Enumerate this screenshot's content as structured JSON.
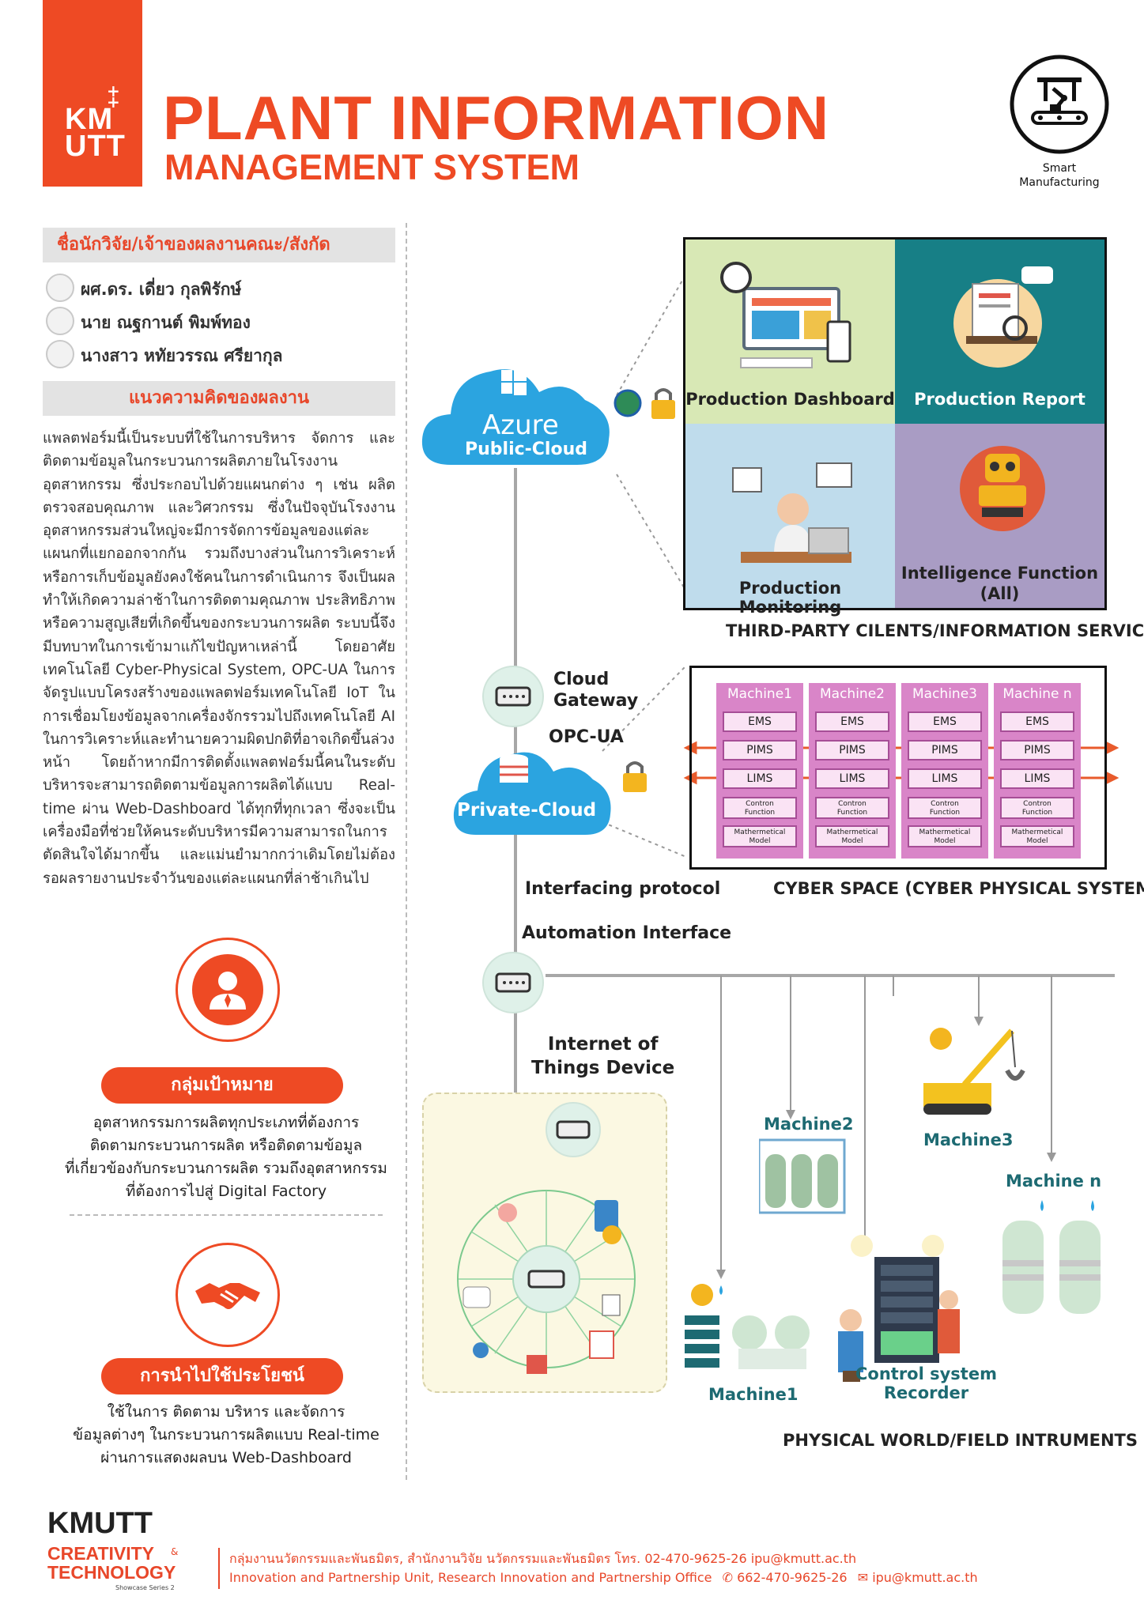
{
  "header": {
    "logo_text_top": "KM",
    "logo_text_bottom": "UTT",
    "title_line1": "PLANT INFORMATION",
    "title_line2": "MANAGEMENT SYSTEM",
    "category_icon": "smart-manufacturing-icon",
    "category_line1": "Smart",
    "category_line2": "Manufacturing"
  },
  "researchers": {
    "heading": "ชื่อนักวิจัย/เจ้าของผลงานคณะ/สังกัด",
    "people": [
      "ผศ.ดร. เดี่ยว กุลพิรักษ์",
      "นาย ณฐกานต์ พิมพ์ทอง",
      "นางสาว หทัยวรรณ ศรียากุล"
    ]
  },
  "concept": {
    "heading": "แนวความคิดของผลงาน",
    "body": "แพลตฟอร์มนี้เป็นระบบที่ใช้ในการบริหาร จัดการ และติดตามข้อมูลในกระบวนการผลิตภายในโรงงานอุตสาหกรรม ซึ่งประกอบไปด้วยแผนกต่าง ๆ เช่น ผลิต ตรวจสอบคุณภาพ และวิศวกรรม ซึ่งในปัจจุบันโรงงานอุตสาหกรรมส่วนใหญ่จะมีการจัดการข้อมูลของแต่ละแผนกที่แยกออกจากกัน รวมถึงบางส่วนในการวิเคราะห์ หรือการเก็บข้อมูลยังคงใช้คนในการดำเนินการ จึงเป็นผลทำให้เกิดความล่าช้าในการติดตามคุณภาพ ประสิทธิภาพ หรือความสูญเสียที่เกิดขึ้นของกระบวนการผลิต ระบบนี้จึงมีบทบาทในการเข้ามาแก้ไขปัญหาเหล่านี้ โดยอาศัยเทคโนโลยี Cyber-Physical System, OPC-UA ในการจัดรูปแบบโครงสร้างของแพลตฟอร์มเทคโนโลยี IoT ในการเชื่อมโยงข้อมูลจากเครื่องจักรรวมไปถึงเทคโนโลยี AI ในการวิเคราะห์และทำนายความผิดปกติที่อาจเกิดขึ้นล่วงหน้า โดยถ้าหากมีการติดตั้งแพลตฟอร์มนี้คนในระดับบริหารจะสามารถติดตามข้อมูลการผลิตได้แบบ Real-time ผ่าน Web-Dashboard ได้ทุกที่ทุกเวลา ซึ่งจะเป็นเครื่องมือที่ช่วยให้คนระดับบริหารมีความสามารถในการตัดสินใจได้มากขึ้น และแม่นยำมากกว่าเดิมโดยไม่ต้องรอผลรายงานประจำวันของแต่ละแผนกที่ล่าช้าเกินไป"
  },
  "target": {
    "icon": "user-target-icon",
    "heading": "กลุ่มเป้าหมาย",
    "lines": [
      "อุตสาหกรรมการผลิตทุกประเภทที่ต้องการ",
      "ติดตามกระบวนการผลิต หรือติดตามข้อมูล",
      "ที่เกี่ยวข้องกับกระบวนการผลิต รวมถึงอุตสาหกรรม",
      "ที่ต้องการไปสู่ Digital Factory"
    ]
  },
  "benefit": {
    "icon": "handshake-icon",
    "heading": "การนำไปใช้ประโยชน์",
    "lines": [
      "ใช้ในการ ติดตาม บริหาร และจัดการ",
      "ข้อมูลต่างๆ ในกระบวนการผลิตแบบ Real-time",
      "ผ่านการแสดงผลบน Web-Dashboard"
    ]
  },
  "diagram": {
    "azure_title": "Azure",
    "azure_sub": "Public-Cloud",
    "panels": [
      {
        "label": "Production Dashboard",
        "bg": "#d8e8b5",
        "fg": "#222222"
      },
      {
        "label": "Production Report",
        "bg": "#177f86",
        "fg": "#ffffff"
      },
      {
        "label": "Production Monitoring",
        "bg": "#bfdcec",
        "fg": "#222222"
      },
      {
        "label": "Intelligence Function (All)",
        "bg": "#a99cc4",
        "fg": "#222222"
      }
    ],
    "third_party_label": "THIRD-PARTY CILENTS/INFORMATION SERVICE",
    "cloud_gateway_line1": "Cloud",
    "cloud_gateway_line2": "Gateway",
    "opc_ua": "OPC-UA",
    "private_cloud": "Private-Cloud",
    "machines": [
      "Machine1",
      "Machine2",
      "Machine3",
      "Machine n"
    ],
    "machine_modules": [
      "EMS",
      "PIMS",
      "LIMS"
    ],
    "contron_line1": "Contron",
    "contron_line2": "Function",
    "model_line1": "Mathermetical",
    "model_line2": "Model",
    "interfacing": "Interfacing protocol",
    "cyber_label": "CYBER SPACE (CYBER PHYSICAL SYSTEM)",
    "automation": "Automation Interface",
    "iot_line1": "Internet of",
    "iot_line2": "Things Device",
    "field_machines": [
      "Machine2",
      "Machine3",
      "Machine n",
      "Machine1"
    ],
    "control_line1": "Control system",
    "control_line2": "Recorder",
    "physical_label": "PHYSICAL WORLD/FIELD INTRUMENTS"
  },
  "footer": {
    "brand1": "KMUTT",
    "brand2": "CREATIVITY",
    "brand3": "TECHNOLOGY",
    "brand_amp": "&",
    "series": "Showcase Series 2",
    "line1": "กลุ่มงานนวัตกรรมและพันธมิตร, สำนักงานวิจัย นวัตกรรมและพันธมิตร โทร. 02-470-9625-26  ipu@kmutt.ac.th",
    "line2_text": "Innovation and Partnership Unit, Research Innovation and Partnership Office",
    "phone": "662-470-9625-26",
    "email": "ipu@kmutt.ac.th"
  }
}
